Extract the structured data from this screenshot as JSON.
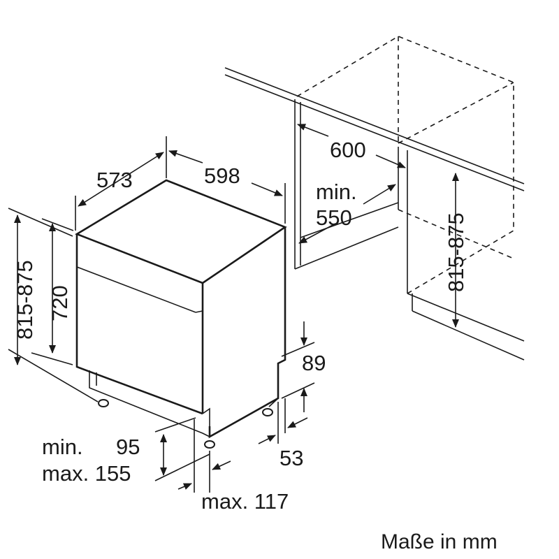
{
  "dimensions": {
    "depth": "573",
    "width": "598",
    "niche_width": "600",
    "niche_depth_min_label": "min.",
    "niche_depth_min": "550",
    "niche_height_left": "815-875",
    "appliance_height": "720",
    "niche_height_right": "815-875",
    "plinth_recess": "89",
    "plinth_offset": "53",
    "plinth_height_min_label": "min.",
    "plinth_height_min": "95",
    "plinth_height_max_label": "max. 155",
    "door_overhang": "max. 117"
  },
  "units_caption": "Maße in mm"
}
